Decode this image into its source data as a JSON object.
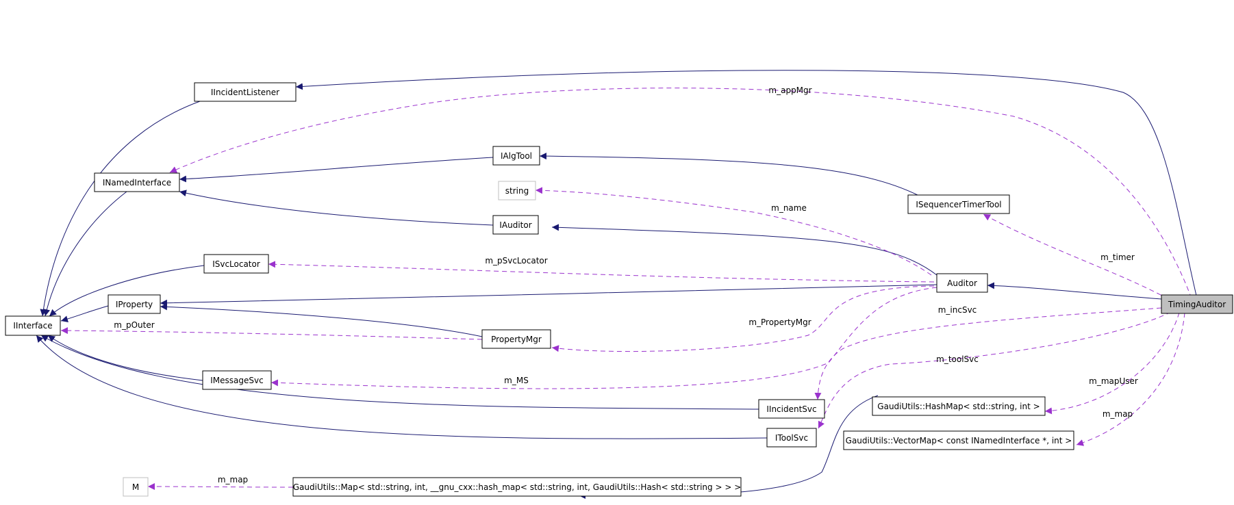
{
  "diagram": {
    "nodes": [
      {
        "id": "timing_auditor",
        "label": "TimingAuditor"
      },
      {
        "id": "iincident_listener",
        "label": "IIncidentListener"
      },
      {
        "id": "inamed_interface",
        "label": "INamedInterface"
      },
      {
        "id": "ialg_tool",
        "label": "IAlgTool"
      },
      {
        "id": "string",
        "label": "string"
      },
      {
        "id": "isequencer_timer_tool",
        "label": "ISequencerTimerTool"
      },
      {
        "id": "iauditor",
        "label": "IAuditor"
      },
      {
        "id": "isvc_locator",
        "label": "ISvcLocator"
      },
      {
        "id": "auditor",
        "label": "Auditor"
      },
      {
        "id": "iproperty",
        "label": "IProperty"
      },
      {
        "id": "iinterface",
        "label": "IInterface"
      },
      {
        "id": "property_mgr",
        "label": "PropertyMgr"
      },
      {
        "id": "imessage_svc",
        "label": "IMessageSvc"
      },
      {
        "id": "iincident_svc",
        "label": "IIncidentSvc"
      },
      {
        "id": "hashmap",
        "label": "GaudiUtils::HashMap< std::string, int >"
      },
      {
        "id": "itool_svc",
        "label": "IToolSvc"
      },
      {
        "id": "vectormap",
        "label": "GaudiUtils::VectorMap< const INamedInterface *, int >"
      },
      {
        "id": "m_node",
        "label": "M"
      },
      {
        "id": "gaudi_map",
        "label": "GaudiUtils::Map< std::string, int, __gnu_cxx::hash_map< std::string, int, GaudiUtils::Hash< std::string > > >"
      }
    ],
    "edges": [
      {
        "id": "timing_to_listener",
        "type": "inheritance",
        "from": "timing_auditor",
        "to": "iincident_listener",
        "label": ""
      },
      {
        "id": "timing_to_auditor",
        "type": "inheritance",
        "from": "timing_auditor",
        "to": "auditor",
        "label": ""
      },
      {
        "id": "auditor_to_iauditor",
        "type": "inheritance",
        "from": "auditor",
        "to": "iauditor",
        "label": ""
      },
      {
        "id": "auditor_to_iproperty",
        "type": "inheritance",
        "from": "auditor",
        "to": "iproperty",
        "label": ""
      },
      {
        "id": "iauditor_to_inamed",
        "type": "inheritance",
        "from": "iauditor",
        "to": "inamed_interface",
        "label": ""
      },
      {
        "id": "ialgtool_to_inamed",
        "type": "inheritance",
        "from": "ialg_tool",
        "to": "inamed_interface",
        "label": ""
      },
      {
        "id": "iseqtimer_to_ialgtool",
        "type": "inheritance",
        "from": "isequencer_timer_tool",
        "to": "ialg_tool",
        "label": ""
      },
      {
        "id": "propmgr_to_iproperty",
        "type": "inheritance",
        "from": "property_mgr",
        "to": "iproperty",
        "label": ""
      },
      {
        "id": "listener_to_iinterface",
        "type": "inheritance",
        "from": "iincident_listener",
        "to": "iinterface",
        "label": ""
      },
      {
        "id": "inamed_to_iinterface",
        "type": "inheritance",
        "from": "inamed_interface",
        "to": "iinterface",
        "label": ""
      },
      {
        "id": "isvcloc_to_iinterface",
        "type": "inheritance",
        "from": "isvc_locator",
        "to": "iinterface",
        "label": ""
      },
      {
        "id": "iproperty_to_iinterface",
        "type": "inheritance",
        "from": "iproperty",
        "to": "iinterface",
        "label": ""
      },
      {
        "id": "imsgsvc_to_iinterface",
        "type": "inheritance",
        "from": "imessage_svc",
        "to": "iinterface",
        "label": ""
      },
      {
        "id": "iincsvc_to_iinterface",
        "type": "inheritance",
        "from": "iincident_svc",
        "to": "iinterface",
        "label": ""
      },
      {
        "id": "itoolsvc_to_iinterface",
        "type": "inheritance",
        "from": "itool_svc",
        "to": "iinterface",
        "label": ""
      },
      {
        "id": "hashmap_to_gaudimap",
        "type": "inheritance",
        "from": "hashmap",
        "to": "gaudi_map",
        "label": ""
      },
      {
        "id": "m_app_mgr",
        "type": "member",
        "from": "timing_auditor",
        "to": "inamed_interface",
        "label": "m_appMgr"
      },
      {
        "id": "m_timer",
        "type": "member",
        "from": "timing_auditor",
        "to": "isequencer_timer_tool",
        "label": "m_timer"
      },
      {
        "id": "m_inc_svc",
        "type": "member",
        "from": "timing_auditor",
        "to": "iincident_svc",
        "label": "m_incSvc"
      },
      {
        "id": "m_tool_svc",
        "type": "member",
        "from": "timing_auditor",
        "to": "itool_svc",
        "label": "m_toolSvc"
      },
      {
        "id": "m_map_user",
        "type": "member",
        "from": "timing_auditor",
        "to": "hashmap",
        "label": "m_mapUser"
      },
      {
        "id": "m_map_vector",
        "type": "member",
        "from": "timing_auditor",
        "to": "vectormap",
        "label": "m_map"
      },
      {
        "id": "m_name",
        "type": "member",
        "from": "auditor",
        "to": "string",
        "label": "m_name"
      },
      {
        "id": "m_psvc_locator",
        "type": "member",
        "from": "auditor",
        "to": "isvc_locator",
        "label": "m_pSvcLocator"
      },
      {
        "id": "m_property_mgr",
        "type": "member",
        "from": "auditor",
        "to": "property_mgr",
        "label": "m_PropertyMgr"
      },
      {
        "id": "m_ms",
        "type": "member",
        "from": "auditor",
        "to": "imessage_svc",
        "label": "m_MS"
      },
      {
        "id": "m_pouter",
        "type": "member",
        "from": "property_mgr",
        "to": "iinterface",
        "label": "m_pOuter"
      },
      {
        "id": "m_map_m",
        "type": "member",
        "from": "gaudi_map",
        "to": "m_node",
        "label": "m_map"
      }
    ]
  }
}
